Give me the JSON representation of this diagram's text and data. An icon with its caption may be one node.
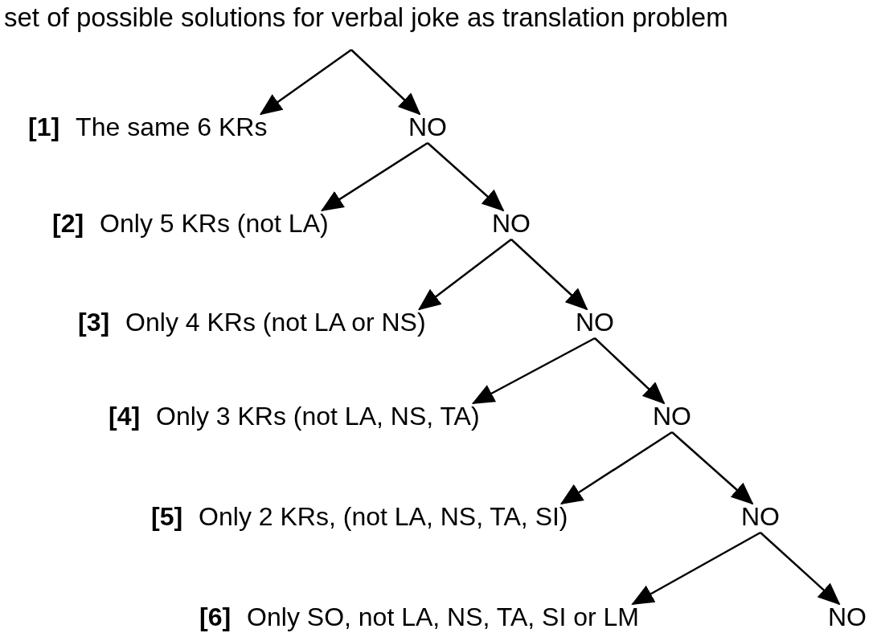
{
  "diagram": {
    "nodes": [
      {
        "text": [
          "set of possible solutions for verbal joke as translation problem"
        ]
      },
      {
        "text": [
          "[1]",
          "The same 6 KRs"
        ]
      },
      {
        "text": [
          "NO"
        ]
      },
      {
        "text": [
          "[2]",
          "Only 5 KRs (not LA)"
        ]
      },
      {
        "text": [
          "NO"
        ]
      },
      {
        "text": [
          "[3]",
          "Only 4 KRs (not LA or NS)"
        ]
      },
      {
        "text": [
          "NO"
        ]
      },
      {
        "text": [
          "[4]",
          "Only 3 KRs (not LA, NS, TA)"
        ]
      },
      {
        "text": [
          "NO"
        ]
      },
      {
        "text": [
          "[5]",
          "Only 2 KRs, (not LA, NS, TA, SI)"
        ]
      },
      {
        "text": [
          "NO"
        ]
      },
      {
        "text": [
          "[6]",
          "Only SO, not LA, NS, TA, SI or LM"
        ]
      },
      {
        "text": [
          "NO"
        ]
      }
    ],
    "edges": [
      {
        "from": 0,
        "to": 1,
        "arrow": "to"
      },
      {
        "from": 0,
        "to": 2,
        "arrow": "to"
      },
      {
        "from": 2,
        "to": 3,
        "arrow": "to"
      },
      {
        "from": 2,
        "to": 4,
        "arrow": "to"
      },
      {
        "from": 4,
        "to": 5,
        "arrow": "to"
      },
      {
        "from": 4,
        "to": 6,
        "arrow": "to"
      },
      {
        "from": 6,
        "to": 7,
        "arrow": "to"
      },
      {
        "from": 6,
        "to": 8,
        "arrow": "to"
      },
      {
        "from": 8,
        "to": 9,
        "arrow": "to"
      },
      {
        "from": 8,
        "to": 10,
        "arrow": "to"
      },
      {
        "from": 10,
        "to": 11,
        "arrow": "to"
      },
      {
        "from": 10,
        "to": 12,
        "arrow": "to"
      }
    ]
  }
}
